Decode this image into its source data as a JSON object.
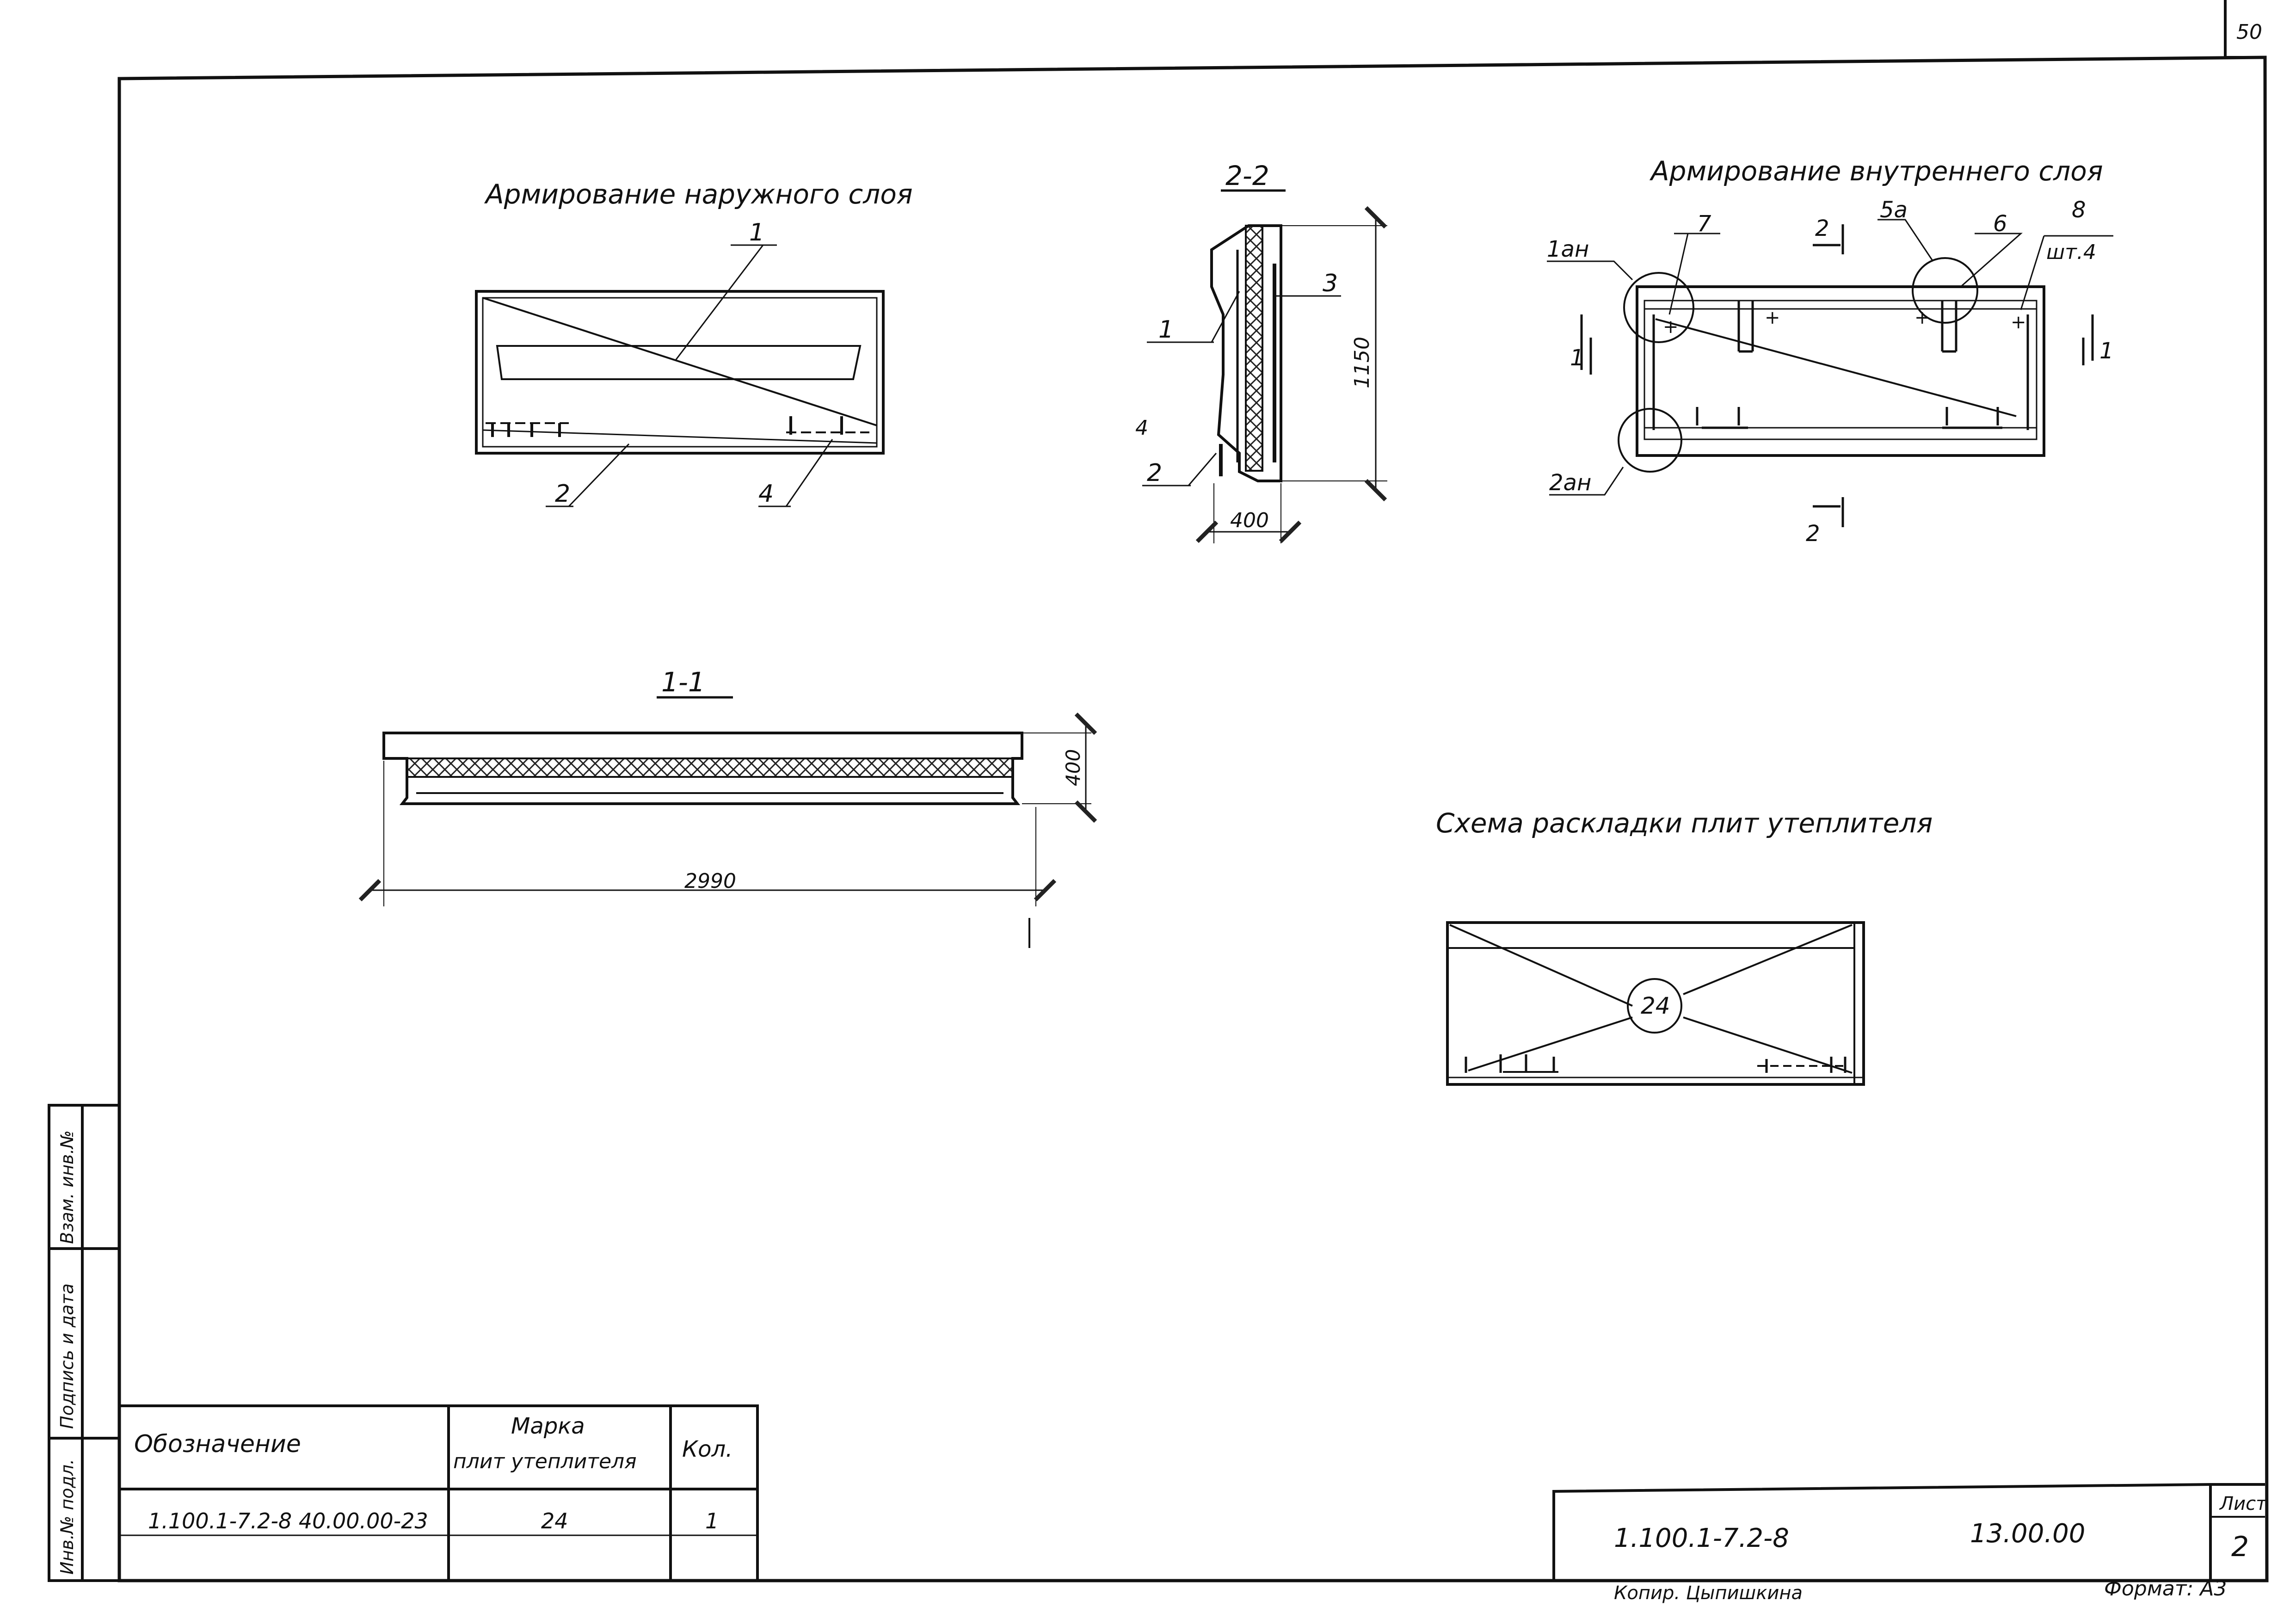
{
  "sheet": {
    "corner_page_number": "50",
    "side_stamp": {
      "inv_orig": "Инв.№ подл.",
      "signature_date": "Подпись и дата",
      "replaces_inv": "Взам. инв.№"
    }
  },
  "views": {
    "outer_layer": {
      "title": "Армирование наружного слоя",
      "callouts": [
        "1",
        "2",
        "4"
      ]
    },
    "section_2_2": {
      "title": "2-2",
      "callouts": [
        "1",
        "2",
        "3"
      ],
      "stray_mark": "4",
      "dim_height": "1150",
      "dim_width": "400"
    },
    "inner_layer": {
      "title": "Армирование внутреннего слоя",
      "callouts": [
        "1ан",
        "7",
        "5а",
        "6",
        "8",
        "шт.4",
        "2ан"
      ],
      "section_marks": [
        "2",
        "1",
        "1",
        "2"
      ]
    },
    "section_1_1": {
      "title": "1-1",
      "dim_thickness": "400",
      "dim_length": "2990"
    },
    "insulation_layout": {
      "title": "Схема раскладки плит утеплителя",
      "plate_mark": "24"
    }
  },
  "spec_table": {
    "headers": [
      "Обозначение",
      "Марка",
      "плит утеплителя",
      "Кол."
    ],
    "rows": [
      {
        "designation": "1.100.1-7.2-8 40.00.00-23",
        "mark": "24",
        "qty": "1"
      }
    ]
  },
  "title_block": {
    "doc_code": "1.100.1-7.2-8",
    "doc_number": "13.00.00",
    "sheet_label": "Лист",
    "sheet_number": "2",
    "copied_by": "Копир. Цыпишкина",
    "format": "Формат: А3"
  }
}
